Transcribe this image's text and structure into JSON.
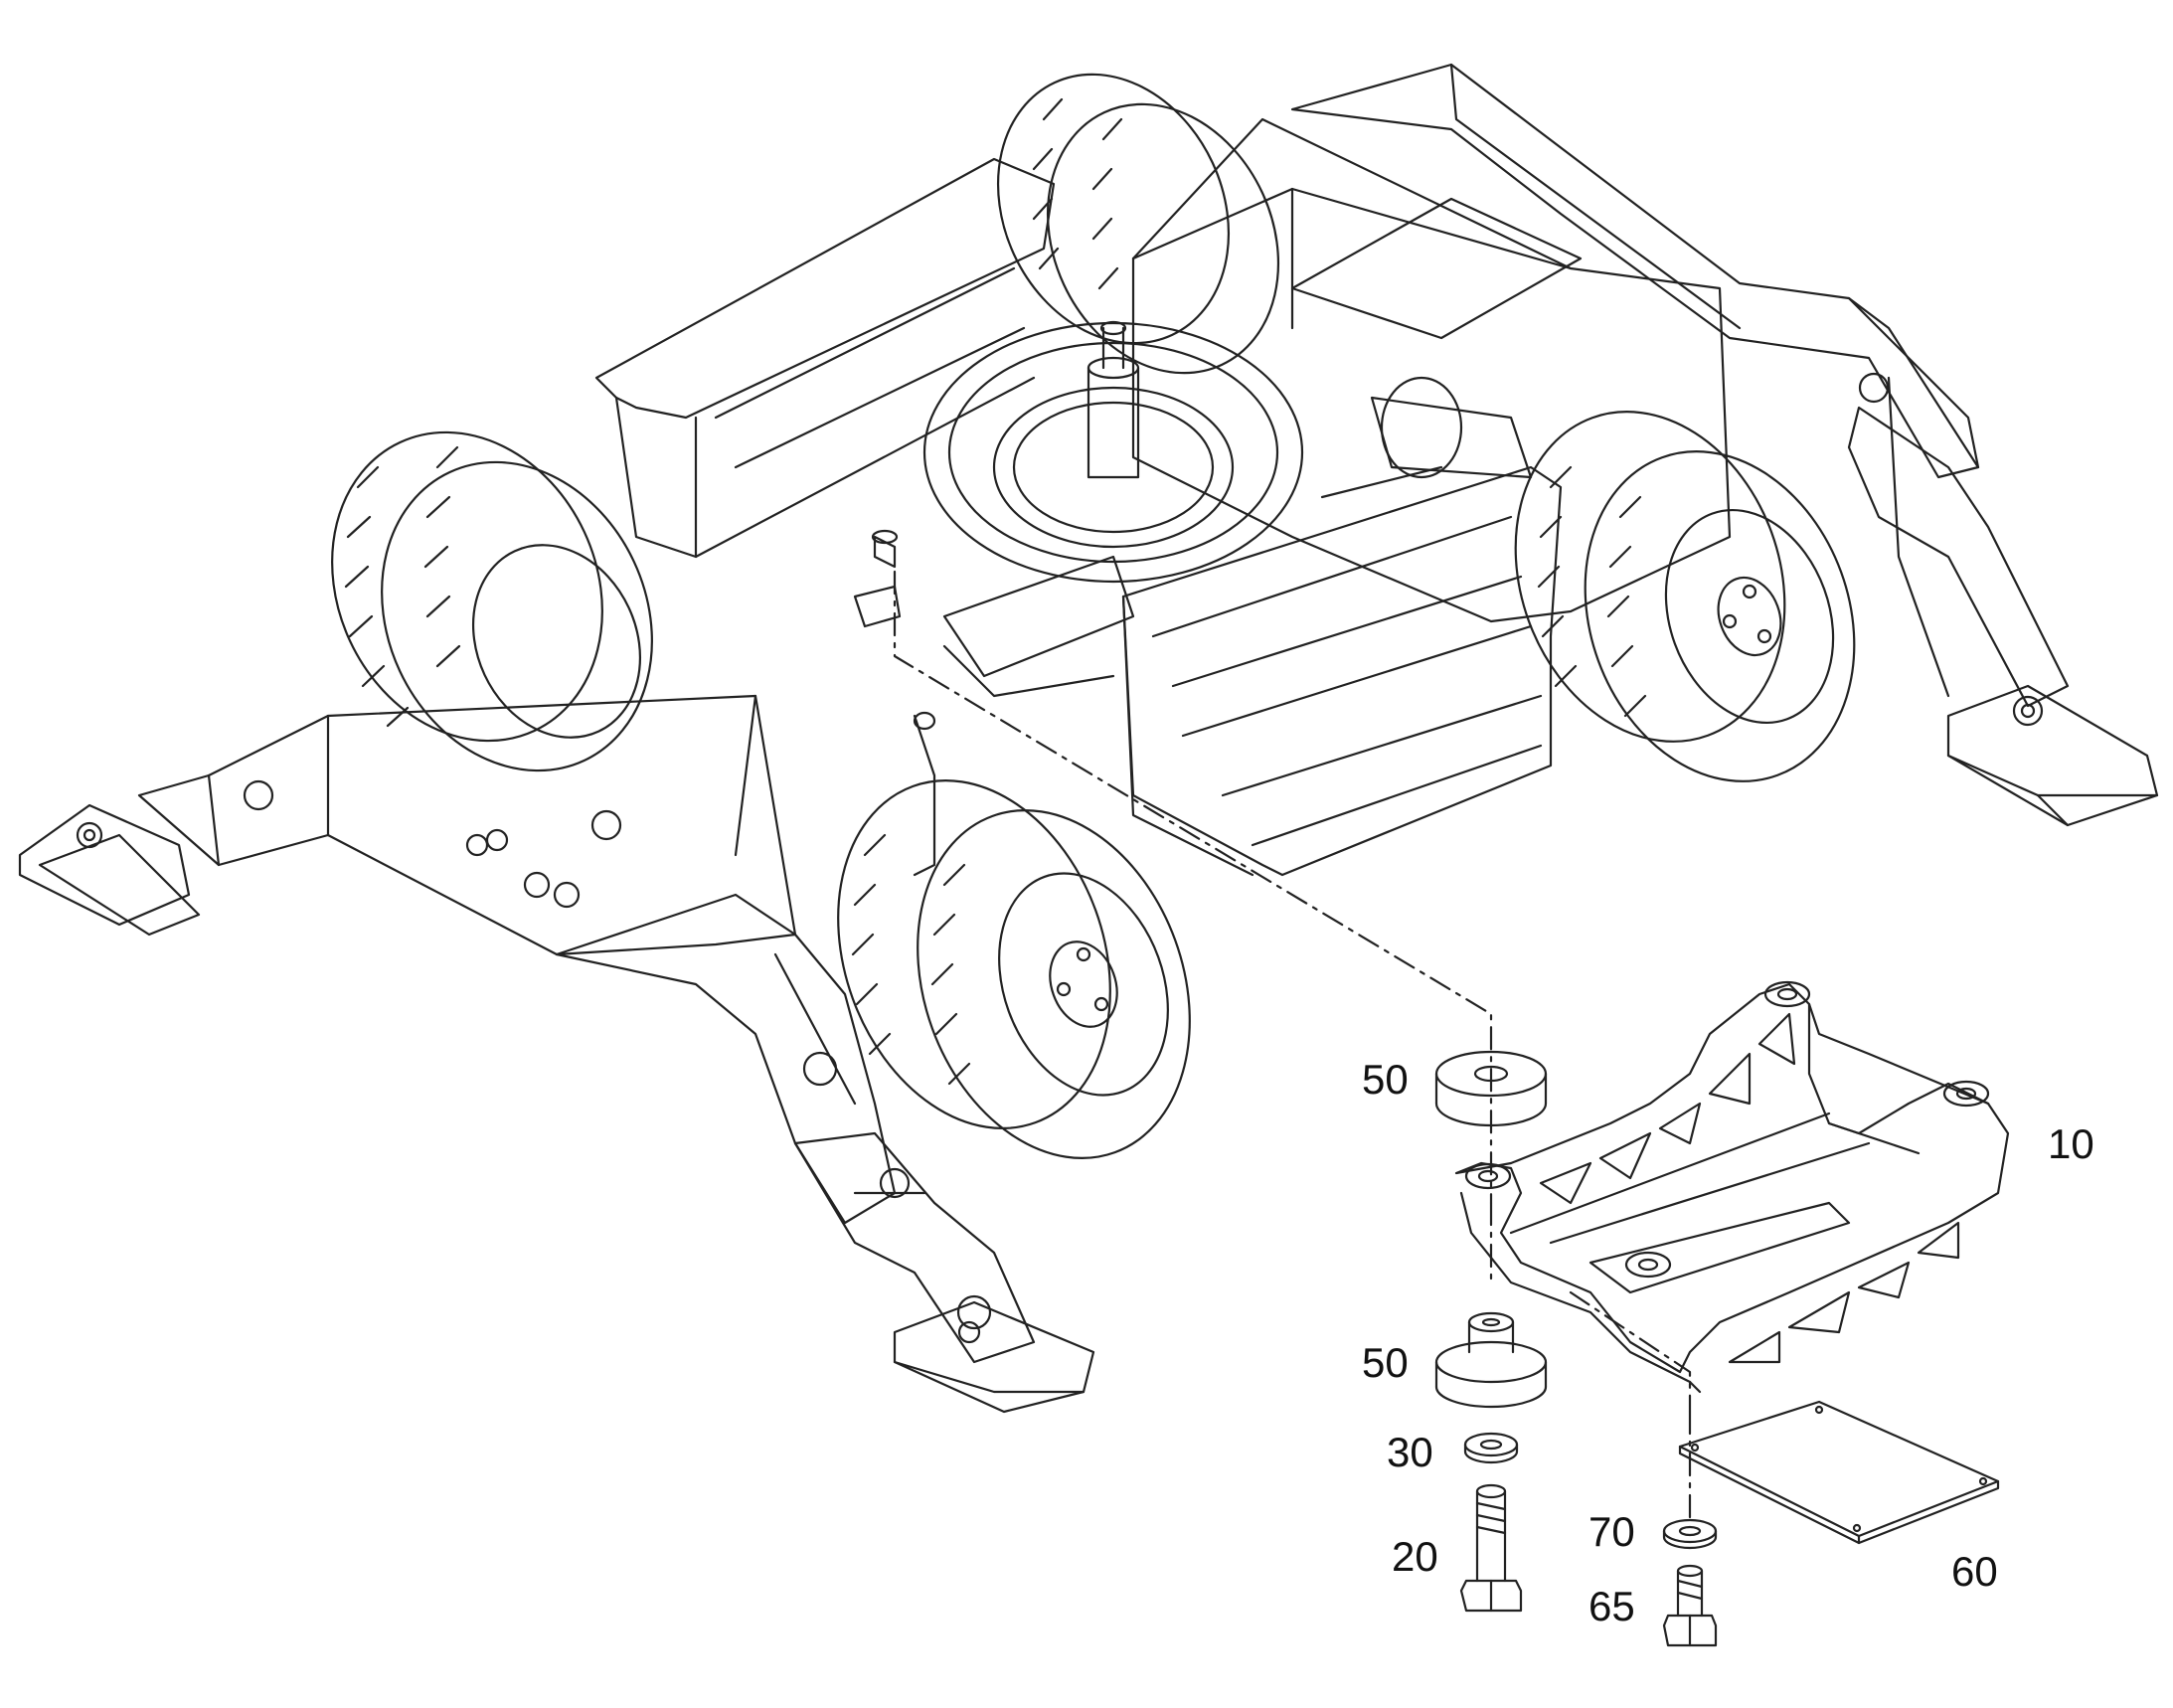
{
  "diagram": {
    "callouts": [
      {
        "id": "c10",
        "label": "10"
      },
      {
        "id": "c50a",
        "label": "50"
      },
      {
        "id": "c50b",
        "label": "50"
      },
      {
        "id": "c30",
        "label": "30"
      },
      {
        "id": "c20",
        "label": "20"
      },
      {
        "id": "c70",
        "label": "70"
      },
      {
        "id": "c65",
        "label": "65"
      },
      {
        "id": "c60",
        "label": "60"
      }
    ],
    "line_color": "#222222",
    "background": "#ffffff"
  }
}
